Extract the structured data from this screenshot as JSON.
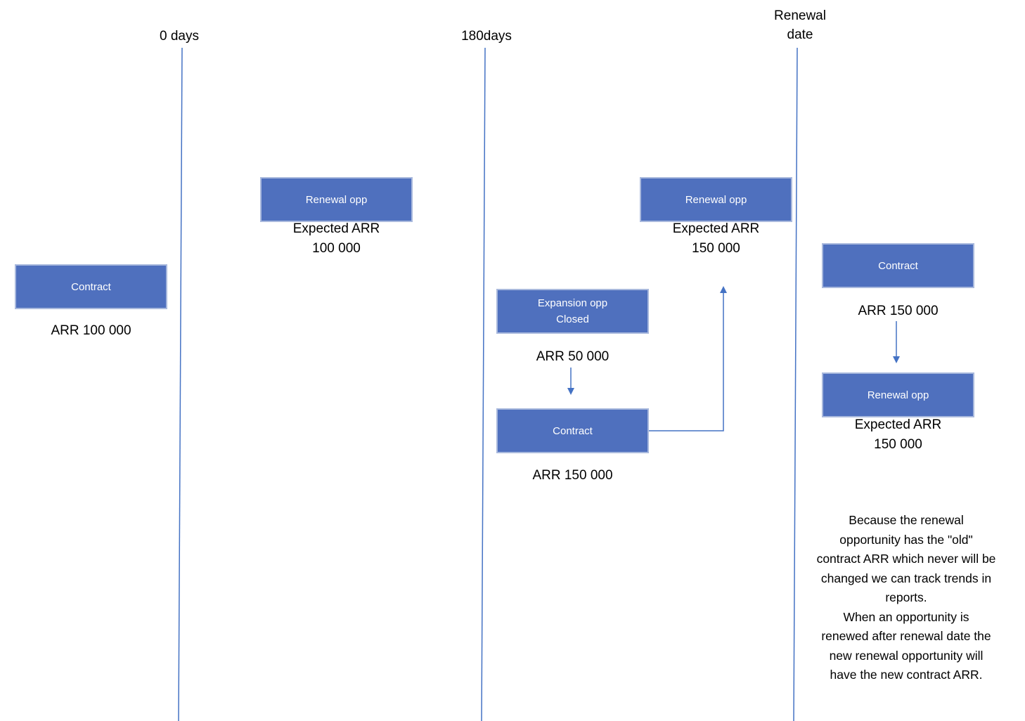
{
  "timeline": {
    "markers": [
      {
        "label": "0 days"
      },
      {
        "label": "180days"
      },
      {
        "label": "Renewal\ndate"
      }
    ]
  },
  "stage_start": {
    "contract_box": "Contract",
    "contract_arr": "ARR 100 000",
    "renewal_box": "Renewal opp",
    "renewal_expected": "Expected ARR\n100 000"
  },
  "stage_mid": {
    "expansion_box_line1": "Expansion opp",
    "expansion_box_line2": "Closed",
    "expansion_arr": "ARR 50 000",
    "contract_box": "Contract",
    "contract_arr": "ARR 150 000",
    "renewal_box": "Renewal opp",
    "renewal_expected": "Expected ARR\n150 000"
  },
  "stage_after": {
    "contract_box": "Contract",
    "contract_arr": "ARR 150 000",
    "renewal_box": "Renewal opp",
    "renewal_expected": "Expected ARR\n150 000",
    "note": "Because the renewal\nopportunity has the \"old\"\ncontract ARR which never will be\nchanged we can track trends in\nreports.\nWhen an opportunity is\nrenewed after renewal date the\nnew renewal opportunity will\nhave the new contract ARR."
  },
  "colors": {
    "box_fill": "#4f70be",
    "line": "#4472c4"
  }
}
